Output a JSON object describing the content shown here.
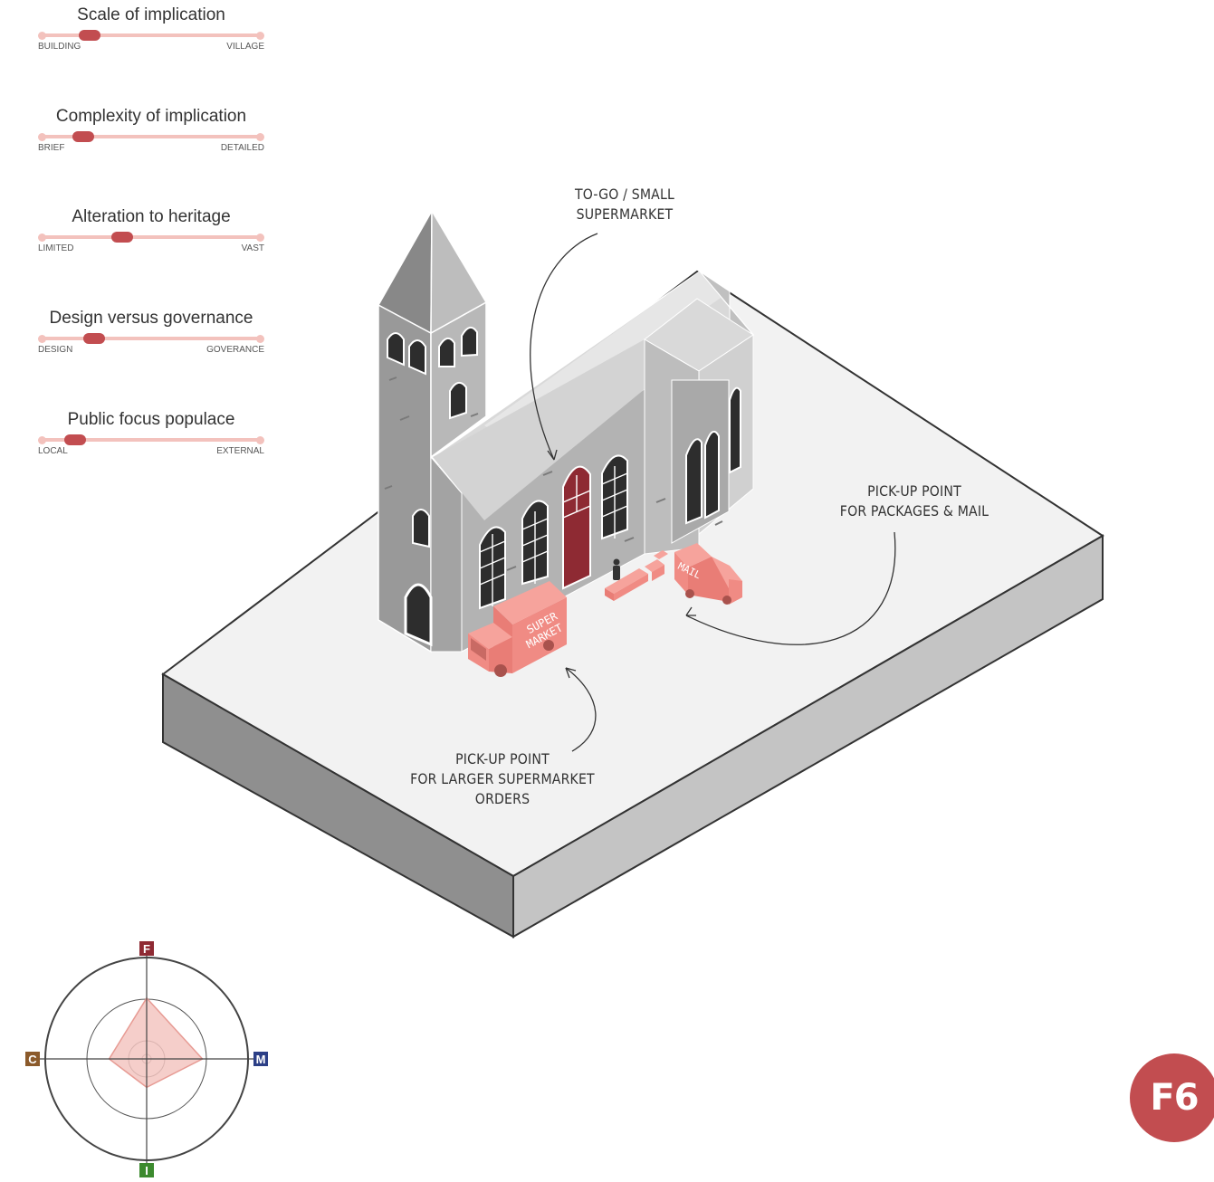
{
  "sliders": [
    {
      "title": "Scale of implication",
      "left": "BUILDING",
      "right": "VILLAGE",
      "value": 0.2
    },
    {
      "title": "Complexity of implication",
      "left": "BRIEF",
      "right": "DETAILED",
      "value": 0.17
    },
    {
      "title": "Alteration to heritage",
      "left": "LIMITED",
      "right": "VAST",
      "value": 0.36
    },
    {
      "title": "Design versus governance",
      "left": "DESIGN",
      "right": "GOVERANCE",
      "value": 0.22
    },
    {
      "title": "Public focus populace",
      "left": "LOCAL",
      "right": "EXTERNAL",
      "value": 0.13
    }
  ],
  "annotations": {
    "togo": "TO-GO / SMALL\nSUPERMARKET",
    "pickup_mail": "PICK-UP POINT\nFOR PACKAGES & MAIL",
    "pickup_super": "PICK-UP POINT\nFOR LARGER SUPERMARKET\nORDERS"
  },
  "truck_labels": {
    "supermarket": "SUPER\nMARKET",
    "mail": "MAIL"
  },
  "radar": {
    "axes": {
      "top": "F",
      "right": "M",
      "bottom": "I",
      "left": "C"
    },
    "axis_colors": {
      "F": "#8e2a33",
      "M": "#2c3f86",
      "I": "#3c8a2e",
      "C": "#8b5a2b"
    },
    "values": {
      "F": 0.6,
      "M": 0.55,
      "I": 0.28,
      "C": 0.37
    }
  },
  "badge": "F6",
  "colors": {
    "accent": "#c24d50",
    "light_accent": "#f3c2bd",
    "truck": "#f08b84",
    "door": "#8e2a33"
  }
}
